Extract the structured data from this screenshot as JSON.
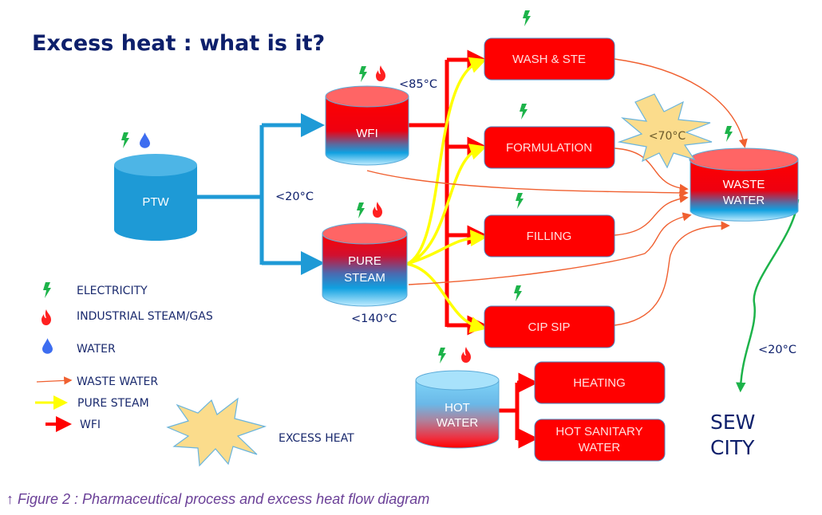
{
  "title": "Excess heat : what is it?",
  "colors": {
    "title": "#0d1f6b",
    "process_box": "#ff0000",
    "ptw_blue": "#1e9ad6",
    "wfi_arrow": "#ff0000",
    "pure_steam_arrow": "#ffff00",
    "waste_water_arrow": "#f06030",
    "sewer_arrow": "#1db34a",
    "electricity_icon": "#1db34a",
    "steam_gas_icon": "#ff2020",
    "water_icon": "#3d6df0",
    "excess_heat_star": "#fbdc8c",
    "caption": "#6a3f97"
  },
  "tanks": {
    "ptw": {
      "label": "PTW",
      "icons": [
        "electricity-icon",
        "water-drop-icon"
      ]
    },
    "wfi": {
      "label": "WFI",
      "icons": [
        "electricity-icon",
        "flame-icon"
      ],
      "temperature": "<85°C"
    },
    "pure_steam": {
      "label_line1": "PURE",
      "label_line2": "STEAM",
      "icons": [
        "electricity-icon",
        "flame-icon"
      ],
      "temperature": "<140°C"
    },
    "waste_water": {
      "label_line1": "WASTE",
      "label_line2": "WATER",
      "icons": [
        "electricity-icon"
      ]
    },
    "hot_water": {
      "label_line1": "HOT",
      "label_line2": "WATER",
      "icons": [
        "electricity-icon",
        "flame-icon"
      ]
    }
  },
  "ptw_temperature": "<20°C",
  "process_boxes": [
    {
      "label": "WASH & STE",
      "icons": [
        "electricity-icon"
      ]
    },
    {
      "label": "FORMULATION",
      "icons": [
        "electricity-icon"
      ]
    },
    {
      "label": "FILLING",
      "icons": [
        "electricity-icon"
      ]
    },
    {
      "label": "CIP SIP",
      "icons": [
        "electricity-icon"
      ]
    },
    {
      "label": "HEATING",
      "icons": []
    },
    {
      "label_line1": "HOT SANITARY",
      "label_line2": "WATER",
      "icons": []
    }
  ],
  "excess_heat_marker": {
    "label": "<70°C"
  },
  "sewer": {
    "label_line1": "SEW",
    "label_line2": "CITY",
    "temperature": "<20°C"
  },
  "legend": {
    "icons": [
      {
        "icon": "electricity-icon",
        "label": "ELECTRICITY"
      },
      {
        "icon": "flame-icon",
        "label": "INDUSTRIAL STEAM/GAS"
      },
      {
        "icon": "water-drop-icon",
        "label": "WATER"
      }
    ],
    "arrows": [
      {
        "icon": "waste-water-arrow-icon",
        "label": "WASTE WATER"
      },
      {
        "icon": "pure-steam-arrow-icon",
        "label": "PURE STEAM"
      },
      {
        "icon": "wfi-arrow-icon",
        "label": "WFI"
      }
    ],
    "excess_heat": {
      "icon": "excess-heat-star-icon",
      "label": "EXCESS HEAT"
    }
  },
  "caption": "↑ Figure 2 : Pharmaceutical process and excess heat flow diagram"
}
